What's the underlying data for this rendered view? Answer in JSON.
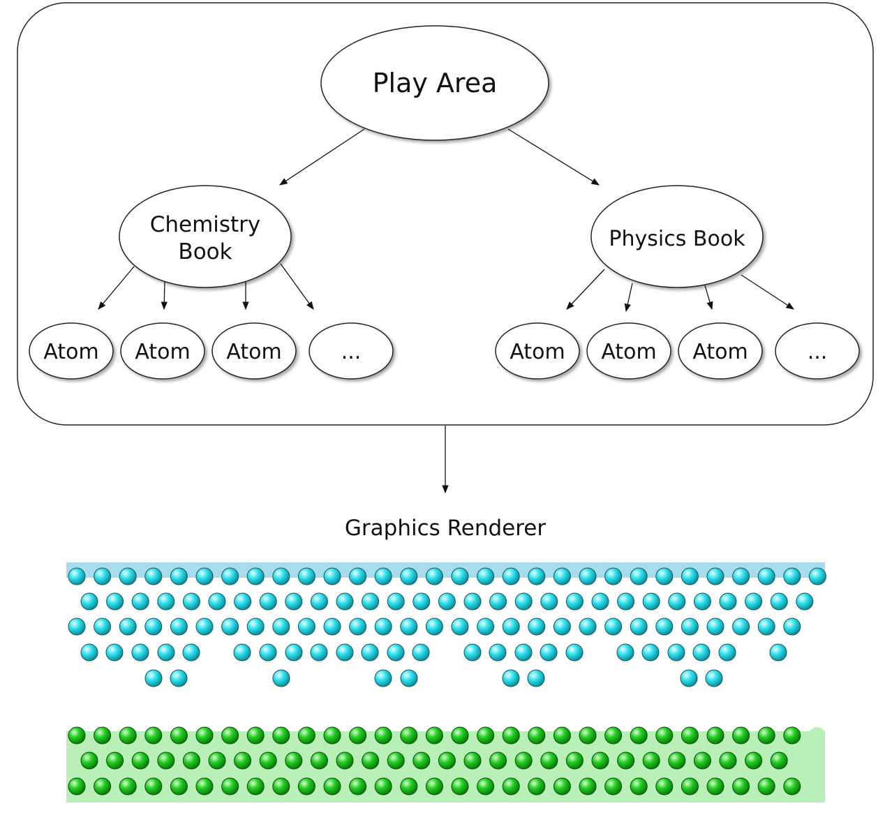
{
  "diagram": {
    "root": {
      "label": "Play Area"
    },
    "books": [
      {
        "lines": [
          "Chemistry",
          "Book"
        ],
        "children": [
          "Atom",
          "Atom",
          "Atom",
          "..."
        ]
      },
      {
        "lines": [
          "Physics Book"
        ],
        "children": [
          "Atom",
          "Atom",
          "Atom",
          "..."
        ]
      }
    ],
    "renderer_label": "Graphics Renderer"
  },
  "colors": {
    "cyan_band": "#a8dcec",
    "cyan_ball_light": "#e8ffff",
    "cyan_ball": "#2ee0ec",
    "cyan_ball_dark": "#0a8c9a",
    "green_band": "#b8f0b8",
    "green_ball_light": "#d8ffd0",
    "green_ball": "#22cc22",
    "green_ball_dark": "#0a7a0a"
  }
}
